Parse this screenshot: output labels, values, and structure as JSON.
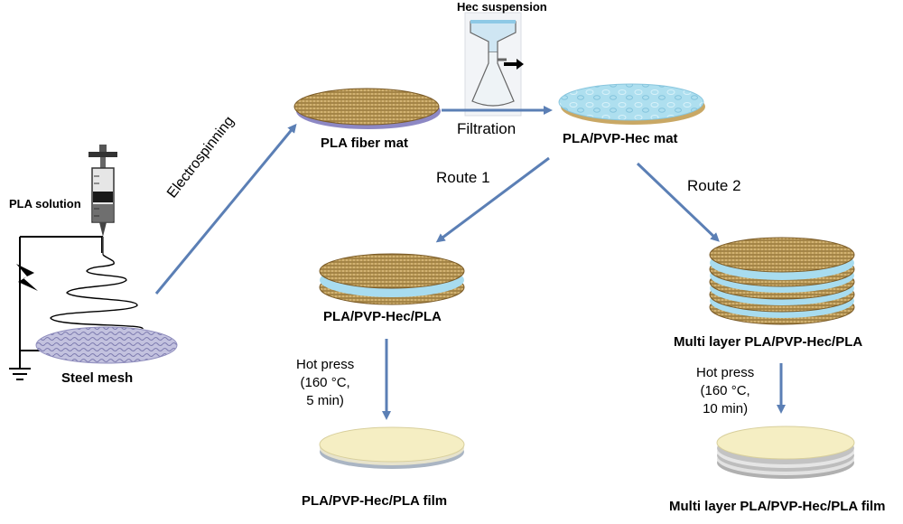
{
  "labels": {
    "hec_suspension": "Hec suspension",
    "pla_solution": "PLA solution",
    "steel_mesh": "Steel mesh",
    "electrospinning": "Electrospinning",
    "pla_fiber_mat": "PLA fiber mat",
    "filtration": "Filtration",
    "pla_pvp_hec_mat": "PLA/PVP-Hec mat",
    "route_1": "Route 1",
    "route_2": "Route 2",
    "pla_pvp_hec_pla": "PLA/PVP-Hec/PLA",
    "multi_layer": "Multi layer PLA/PVP-Hec/PLA",
    "hot_press_1": "Hot press\n(160 °C,\n5 min)",
    "hot_press_2": "Hot press\n(160 °C,\n10 min)",
    "film_1": "PLA/PVP-Hec/PLA film",
    "film_2": "Multi layer PLA/PVP-Hec/PLA film"
  },
  "colors": {
    "arrow": "#5b7fb5",
    "fiber": "#c9a865",
    "fiber_dark": "#7a5a26",
    "hec_blue": "#a8dcef",
    "film": "#f5eec3",
    "mesh": "#b7b6d6",
    "circuit": "#000000"
  }
}
